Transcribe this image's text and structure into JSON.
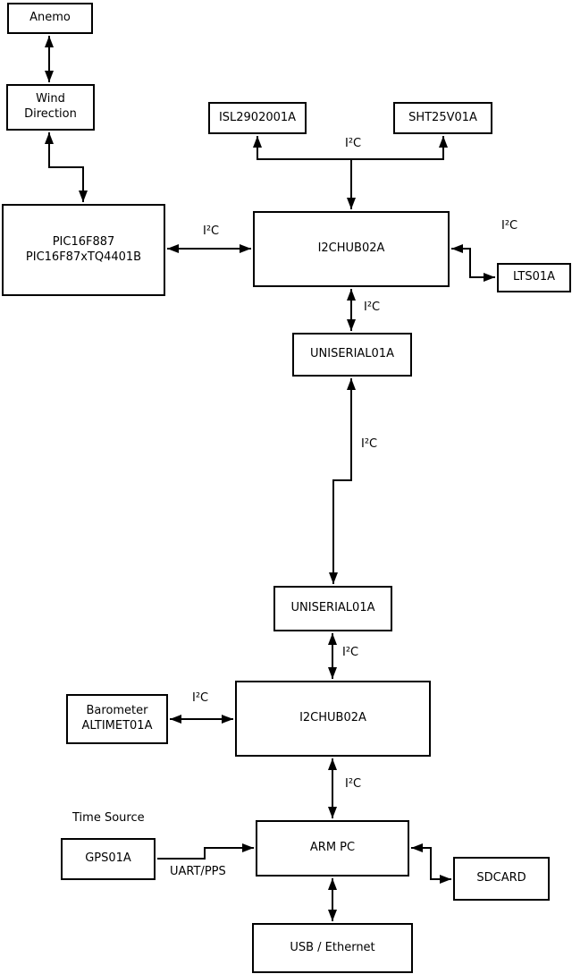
{
  "diagram": {
    "type": "block-diagram",
    "colors": {
      "background": "#ffffff",
      "line": "#000000",
      "box_fill": "#ffffff",
      "box_border": "#000000",
      "text": "#000000"
    },
    "nodes": {
      "anemo": {
        "label": "Anemo"
      },
      "wind_direction": {
        "label": "Wind\nDirection"
      },
      "pic_mcu": {
        "label": "PIC16F887\nPIC16F87xTQ4401B"
      },
      "isl_sensor": {
        "label": "ISL2902001A"
      },
      "sht_sensor": {
        "label": "SHT25V01A"
      },
      "i2c_hub_upper": {
        "label": "I2CHUB02A"
      },
      "lts_sensor": {
        "label": "LTS01A"
      },
      "uniserial_upper": {
        "label": "UNISERIAL01A"
      },
      "uniserial_lower": {
        "label": "UNISERIAL01A"
      },
      "i2c_hub_lower": {
        "label": "I2CHUB02A"
      },
      "barometer": {
        "label": "Barometer\nALTIMET01A"
      },
      "gps": {
        "label": "GPS01A"
      },
      "arm_pc": {
        "label": "ARM PC"
      },
      "sdcard": {
        "label": "SDCARD"
      },
      "usb_ethernet": {
        "label": "USB / Ethernet"
      }
    },
    "edge_labels": {
      "i2c": "I²C",
      "uart_pps": "UART/PPS",
      "time_source": "Time Source"
    }
  }
}
